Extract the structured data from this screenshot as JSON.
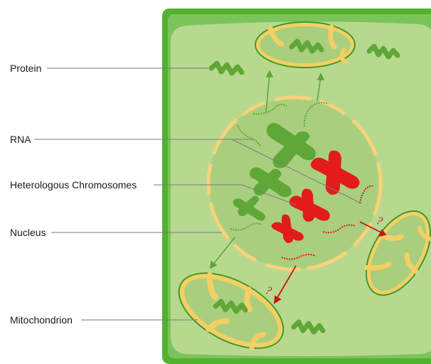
{
  "labels": {
    "protein": "Protein",
    "rna": "RNA",
    "heterologous_chromosomes": "Heterologous Chromosomes",
    "nucleus": "Nucleus",
    "mitochondrion": "Mitochondrion"
  },
  "annotations": {
    "question_mark": "?"
  },
  "colors": {
    "cell_wall": "#52b131",
    "cytoplasm": "#b7d98f",
    "nucleoplasm": "#a9cf7e",
    "nuclear_envelope": "#f8d27b",
    "green_chromosome": "#5fa737",
    "red_chromosome": "#e31b1b",
    "mitochondrion_membrane": "#f5cf64",
    "mitochondrion_outline": "#3f9a2b",
    "pointer_line": "#7a7a7a"
  }
}
